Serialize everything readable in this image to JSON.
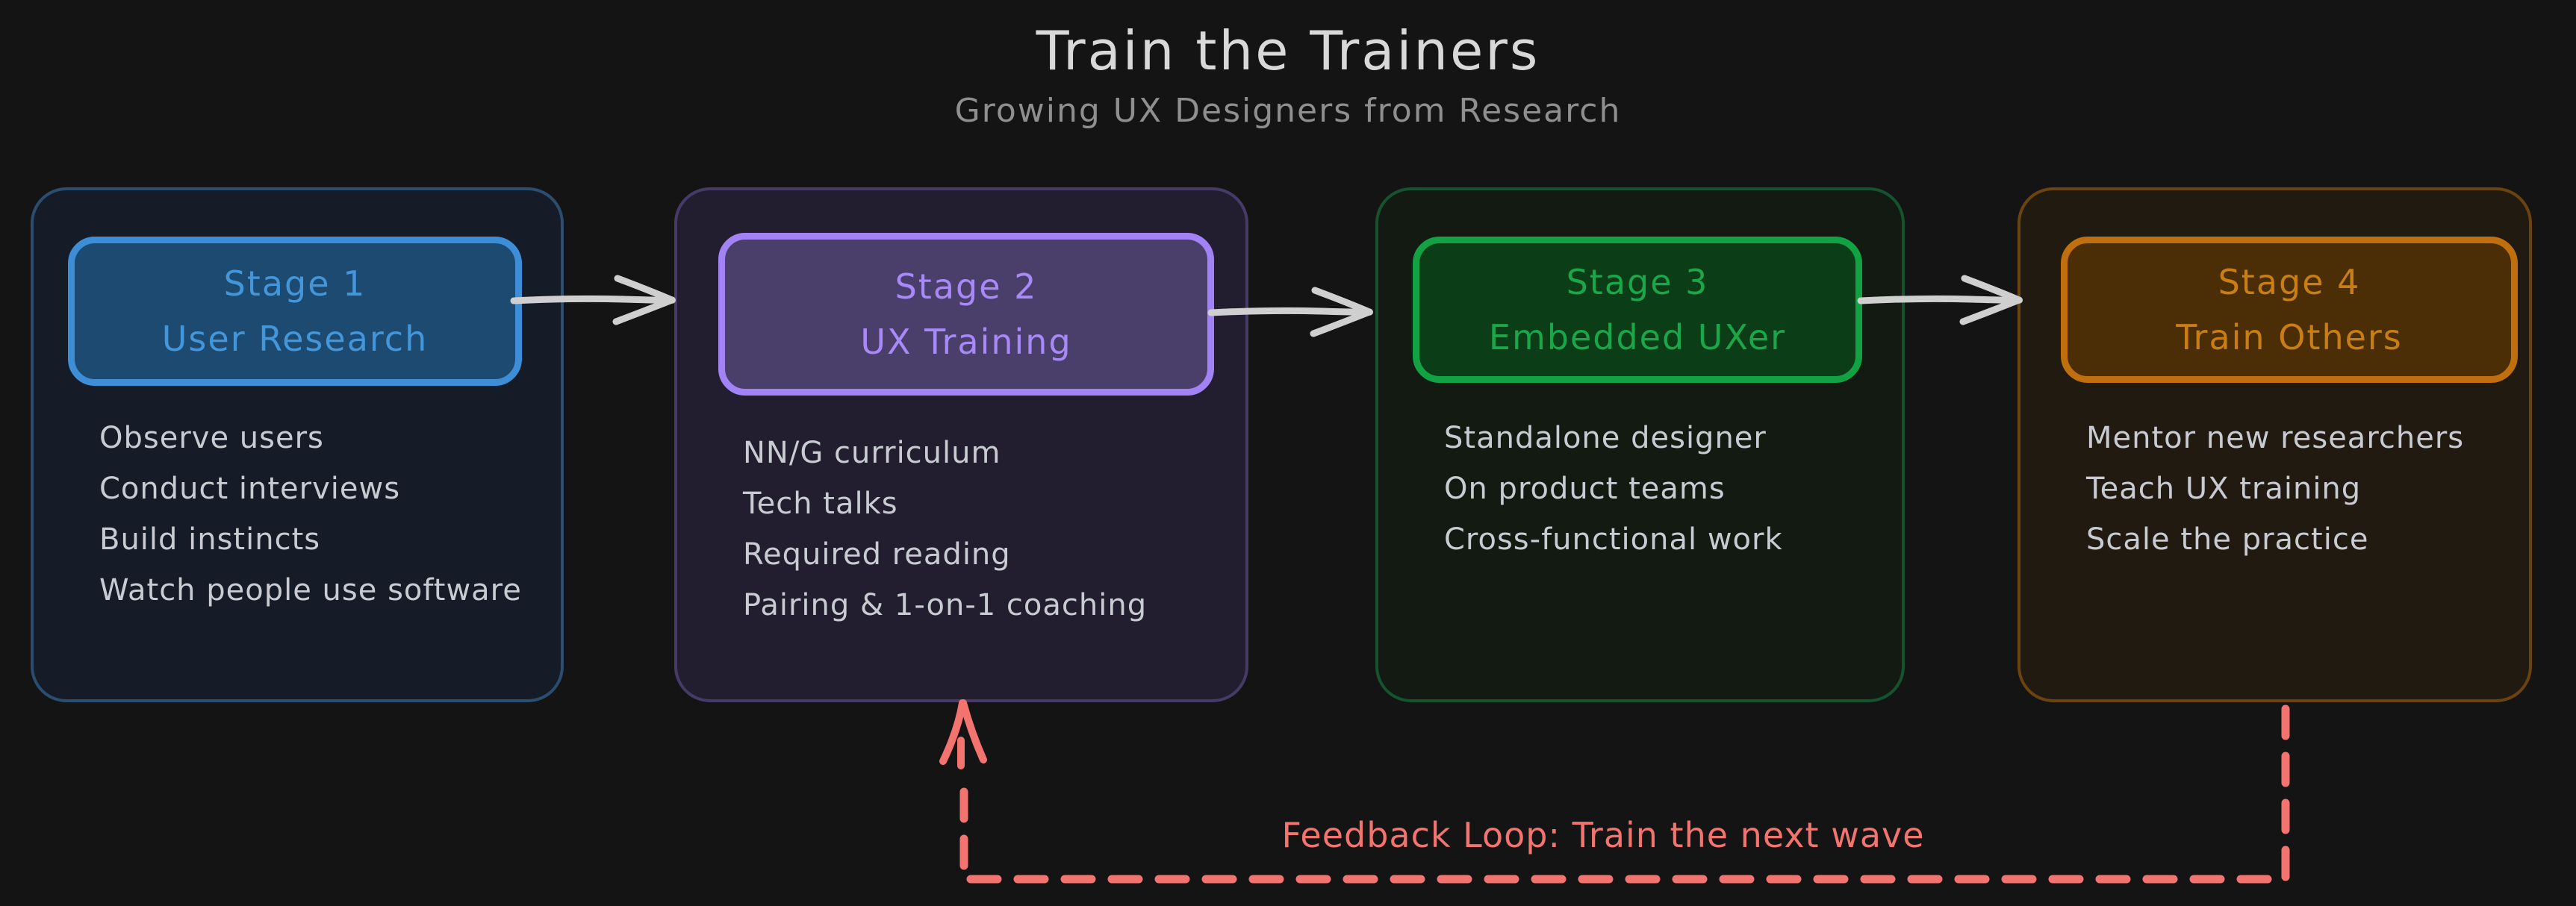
{
  "title": "Train the Trainers",
  "subtitle": "Growing UX Designers from Research",
  "colors": {
    "background": "#141414",
    "title": "#d8d8d8",
    "subtitle": "#8f8f8f",
    "body_text": "#c8ccd2",
    "connector": "#cfcfcf",
    "feedback": "#f3746e"
  },
  "stages": [
    {
      "stage_label": "Stage 1",
      "stage_name": "User Research",
      "accent": "#4496db",
      "header_fill": "#1c4a70",
      "header_border": "#3d8ed6",
      "box_fill": "#151c28",
      "box_border": "#2b4d70",
      "items": [
        "Observe users",
        "Conduct interviews",
        "Build instincts",
        "Watch people use software"
      ]
    },
    {
      "stage_label": "Stage 2",
      "stage_name": "UX Training",
      "accent": "#a78af8",
      "header_fill": "#4a3e6b",
      "header_border": "#a283f5",
      "box_fill": "#231e2f",
      "box_border": "#463b66",
      "items": [
        "NN/G curriculum",
        "Tech talks",
        "Required reading",
        "Pairing & 1-on-1 coaching"
      ]
    },
    {
      "stage_label": "Stage 3",
      "stage_name": "Embedded UXer",
      "accent": "#1ca64a",
      "header_fill": "#0b3d17",
      "header_border": "#12a244",
      "box_fill": "#121a12",
      "box_border": "#14532d",
      "items": [
        "Standalone designer",
        "On product teams",
        "Cross-functional work"
      ]
    },
    {
      "stage_label": "Stage 4",
      "stage_name": "Train Others",
      "accent": "#c87e14",
      "header_fill": "#4b2d06",
      "header_border": "#bf6f0e",
      "box_fill": "#201a10",
      "box_border": "#6b4310",
      "items": [
        "Mentor new researchers",
        "Teach UX training",
        "Scale the practice"
      ]
    }
  ],
  "feedback": {
    "label": "Feedback Loop: Train the next wave"
  }
}
